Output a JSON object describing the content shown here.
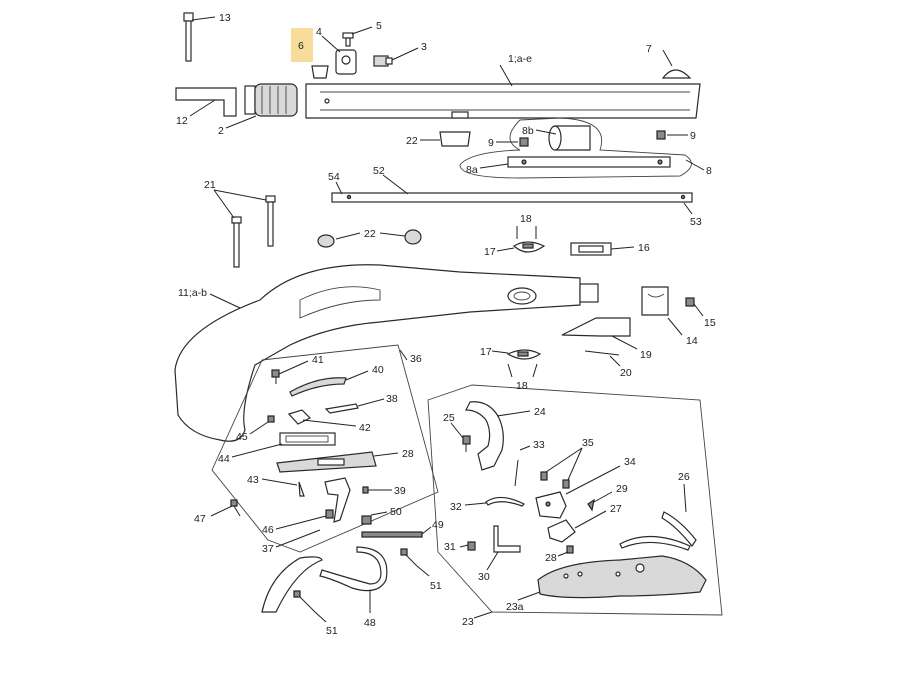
{
  "highlight_color": "#f7dc9a",
  "callouts": {
    "c1ae": "1;a-e",
    "c2": "2",
    "c3": "3",
    "c4": "4",
    "c5": "5",
    "c6": "6",
    "c7": "7",
    "c8": "8",
    "c8a": "8a",
    "c8b": "8b",
    "c9a": "9",
    "c9b": "9",
    "c11ab": "11;a-b",
    "c12": "12",
    "c13": "13",
    "c14": "14",
    "c15": "15",
    "c16": "16",
    "c17a": "17",
    "c17b": "17",
    "c18a": "18",
    "c18b": "18",
    "c19": "19",
    "c20": "20",
    "c21": "21",
    "c22a": "22",
    "c22b": "22",
    "c23": "23",
    "c23a": "23a",
    "c24": "24",
    "c25": "25",
    "c26": "26",
    "c27": "27",
    "c28a": "28",
    "c28b": "28",
    "c29": "29",
    "c30": "30",
    "c31": "31",
    "c32": "32",
    "c33": "33",
    "c34": "34",
    "c35": "35",
    "c36": "36",
    "c37": "37",
    "c38": "38",
    "c39": "39",
    "c40": "40",
    "c41": "41",
    "c42": "42",
    "c43": "43",
    "c44": "44",
    "c45": "45",
    "c46": "46",
    "c47": "47",
    "c48": "48",
    "c49": "49",
    "c50": "50",
    "c51a": "51",
    "c51b": "51",
    "c52": "52",
    "c53": "53",
    "c54": "54"
  }
}
